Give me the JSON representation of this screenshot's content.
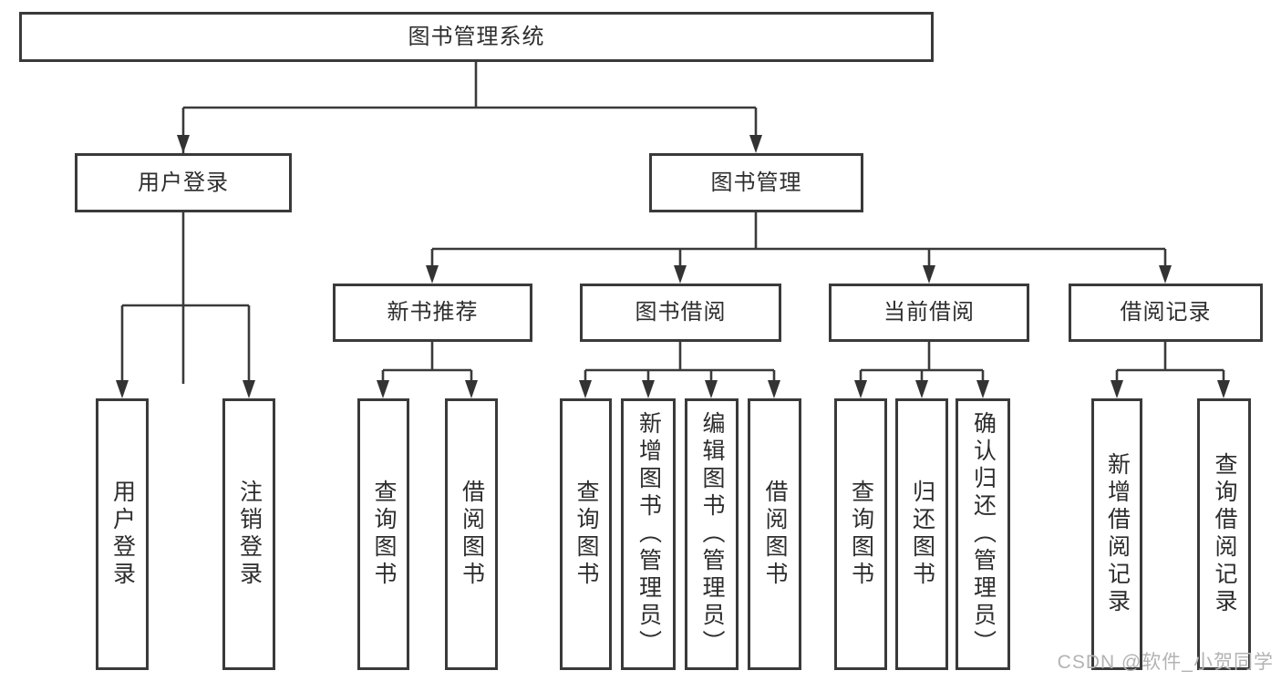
{
  "tree": {
    "label": "图书管理系统",
    "children": [
      {
        "label": "用户登录",
        "children": [
          {
            "label": "用户登录"
          },
          {
            "label": "注销登录"
          }
        ]
      },
      {
        "label": "图书管理",
        "children": [
          {
            "label": "新书推荐",
            "children": [
              {
                "label": "查询图书"
              },
              {
                "label": "借阅图书"
              }
            ]
          },
          {
            "label": "图书借阅",
            "children": [
              {
                "label": "查询图书"
              },
              {
                "label": "新增图书（管理员）"
              },
              {
                "label": "编辑图书（管理员）"
              },
              {
                "label": "借阅图书"
              }
            ]
          },
          {
            "label": "当前借阅",
            "children": [
              {
                "label": "查询图书"
              },
              {
                "label": "归还图书"
              },
              {
                "label": "确认归还（管理员）"
              }
            ]
          },
          {
            "label": "借阅记录",
            "children": [
              {
                "label": "新增借阅记录"
              },
              {
                "label": "查询借阅记录"
              }
            ]
          }
        ]
      }
    ]
  },
  "watermark": {
    "text": "CSDN @软件_小贺同学"
  },
  "colors": {
    "line": "#3a3a3a",
    "box_border": "#3a3a3a",
    "text": "#2d2d2d",
    "background": "#ffffff",
    "watermark": "#b3b3b3"
  }
}
